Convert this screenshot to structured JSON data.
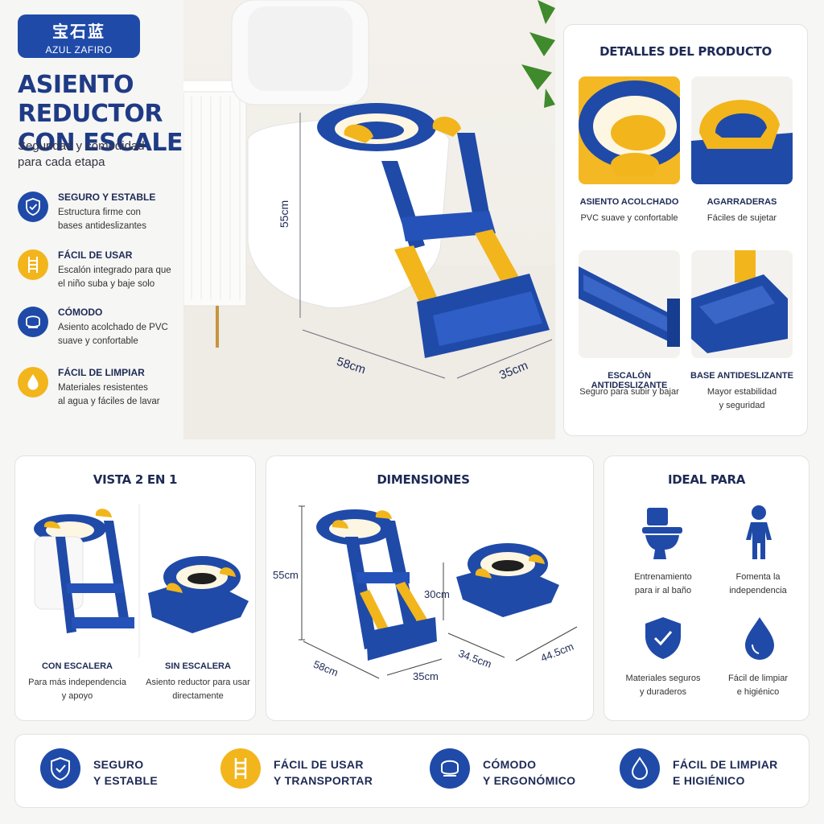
{
  "badge": {
    "cn": "宝石蓝",
    "es": "AZUL ZAFIRO"
  },
  "hero": {
    "title_line1": "ASIENTO REDUCTOR",
    "title_line2": "CON ESCALERA",
    "subtitle_line1": "Seguridad y comodidad",
    "subtitle_line2": "para cada etapa"
  },
  "features": [
    {
      "title": "SEGURO Y ESTABLE",
      "desc1": "Estructura firme con",
      "desc2": "bases antideslizantes",
      "icon": "shield-check-icon"
    },
    {
      "title": "FÁCIL DE USAR",
      "desc1": "Escalón integrado para que",
      "desc2": "el niño suba y baje solo",
      "icon": "ladder-icon"
    },
    {
      "title": "CÓMODO",
      "desc1": "Asiento acolchado de PVC",
      "desc2": "suave y confortable",
      "icon": "seat-icon"
    },
    {
      "title": "FÁCIL DE LIMPIAR",
      "desc1": "Materiales resistentes",
      "desc2": "al agua y fáciles de lavar",
      "icon": "water-drop-icon"
    }
  ],
  "photo_dims": {
    "height": "55cm",
    "width": "58cm",
    "depth": "35cm"
  },
  "details": {
    "title": "DETALLES DEL PRODUCTO",
    "items": [
      {
        "title": "ASIENTO ACOLCHADO",
        "desc1": "PVC suave y confortable",
        "desc2": ""
      },
      {
        "title": "AGARRADERAS",
        "desc1": "Fáciles de sujetar",
        "desc2": ""
      },
      {
        "title": "ESCALÓN ANTIDESLIZANTE",
        "desc1": "Seguro para subir y bajar",
        "desc2": ""
      },
      {
        "title": "BASE ANTIDESLIZANTE",
        "desc1": "Mayor estabilidad",
        "desc2": "y seguridad"
      }
    ]
  },
  "vista": {
    "title": "VISTA 2 EN 1",
    "left": {
      "title": "CON ESCALERA",
      "desc1": "Para más independencia",
      "desc2": "y apoyo"
    },
    "right": {
      "title": "SIN ESCALERA",
      "desc1": "Asiento reductor para usar",
      "desc2": "directamente"
    }
  },
  "dimensiones": {
    "title": "DIMENSIONES",
    "h_total": "55cm",
    "h_step": "30cm",
    "w_ladder": "58cm",
    "d_ladder": "35cm",
    "w_seat": "34.5cm",
    "d_seat": "44.5cm"
  },
  "ideal": {
    "title": "IDEAL PARA",
    "items": [
      {
        "line1": "Entrenamiento",
        "line2": "para ir al baño",
        "icon": "toilet-icon"
      },
      {
        "line1": "Fomenta la",
        "line2": "independencia",
        "icon": "child-icon"
      },
      {
        "line1": "Materiales seguros",
        "line2": "y duraderos",
        "icon": "shield-check-icon"
      },
      {
        "line1": "Fácil de limpiar",
        "line2": "e higiénico",
        "icon": "water-drop-icon"
      }
    ]
  },
  "bottom": [
    {
      "line1": "SEGURO",
      "line2": "Y ESTABLE",
      "icon": "shield-check-icon"
    },
    {
      "line1": "FÁCIL DE USAR",
      "line2": "Y TRANSPORTAR",
      "icon": "ladder-icon"
    },
    {
      "line1": "CÓMODO",
      "line2": "Y ERGONÓMICO",
      "icon": "seat-icon"
    },
    {
      "line1": "FÁCIL DE LIMPIAR",
      "line2": "E HIGIÉNICO",
      "icon": "water-drop-icon"
    }
  ],
  "colors": {
    "blue": "#1f4aa8",
    "yellow": "#f2b51c",
    "navy": "#1d2a55"
  }
}
